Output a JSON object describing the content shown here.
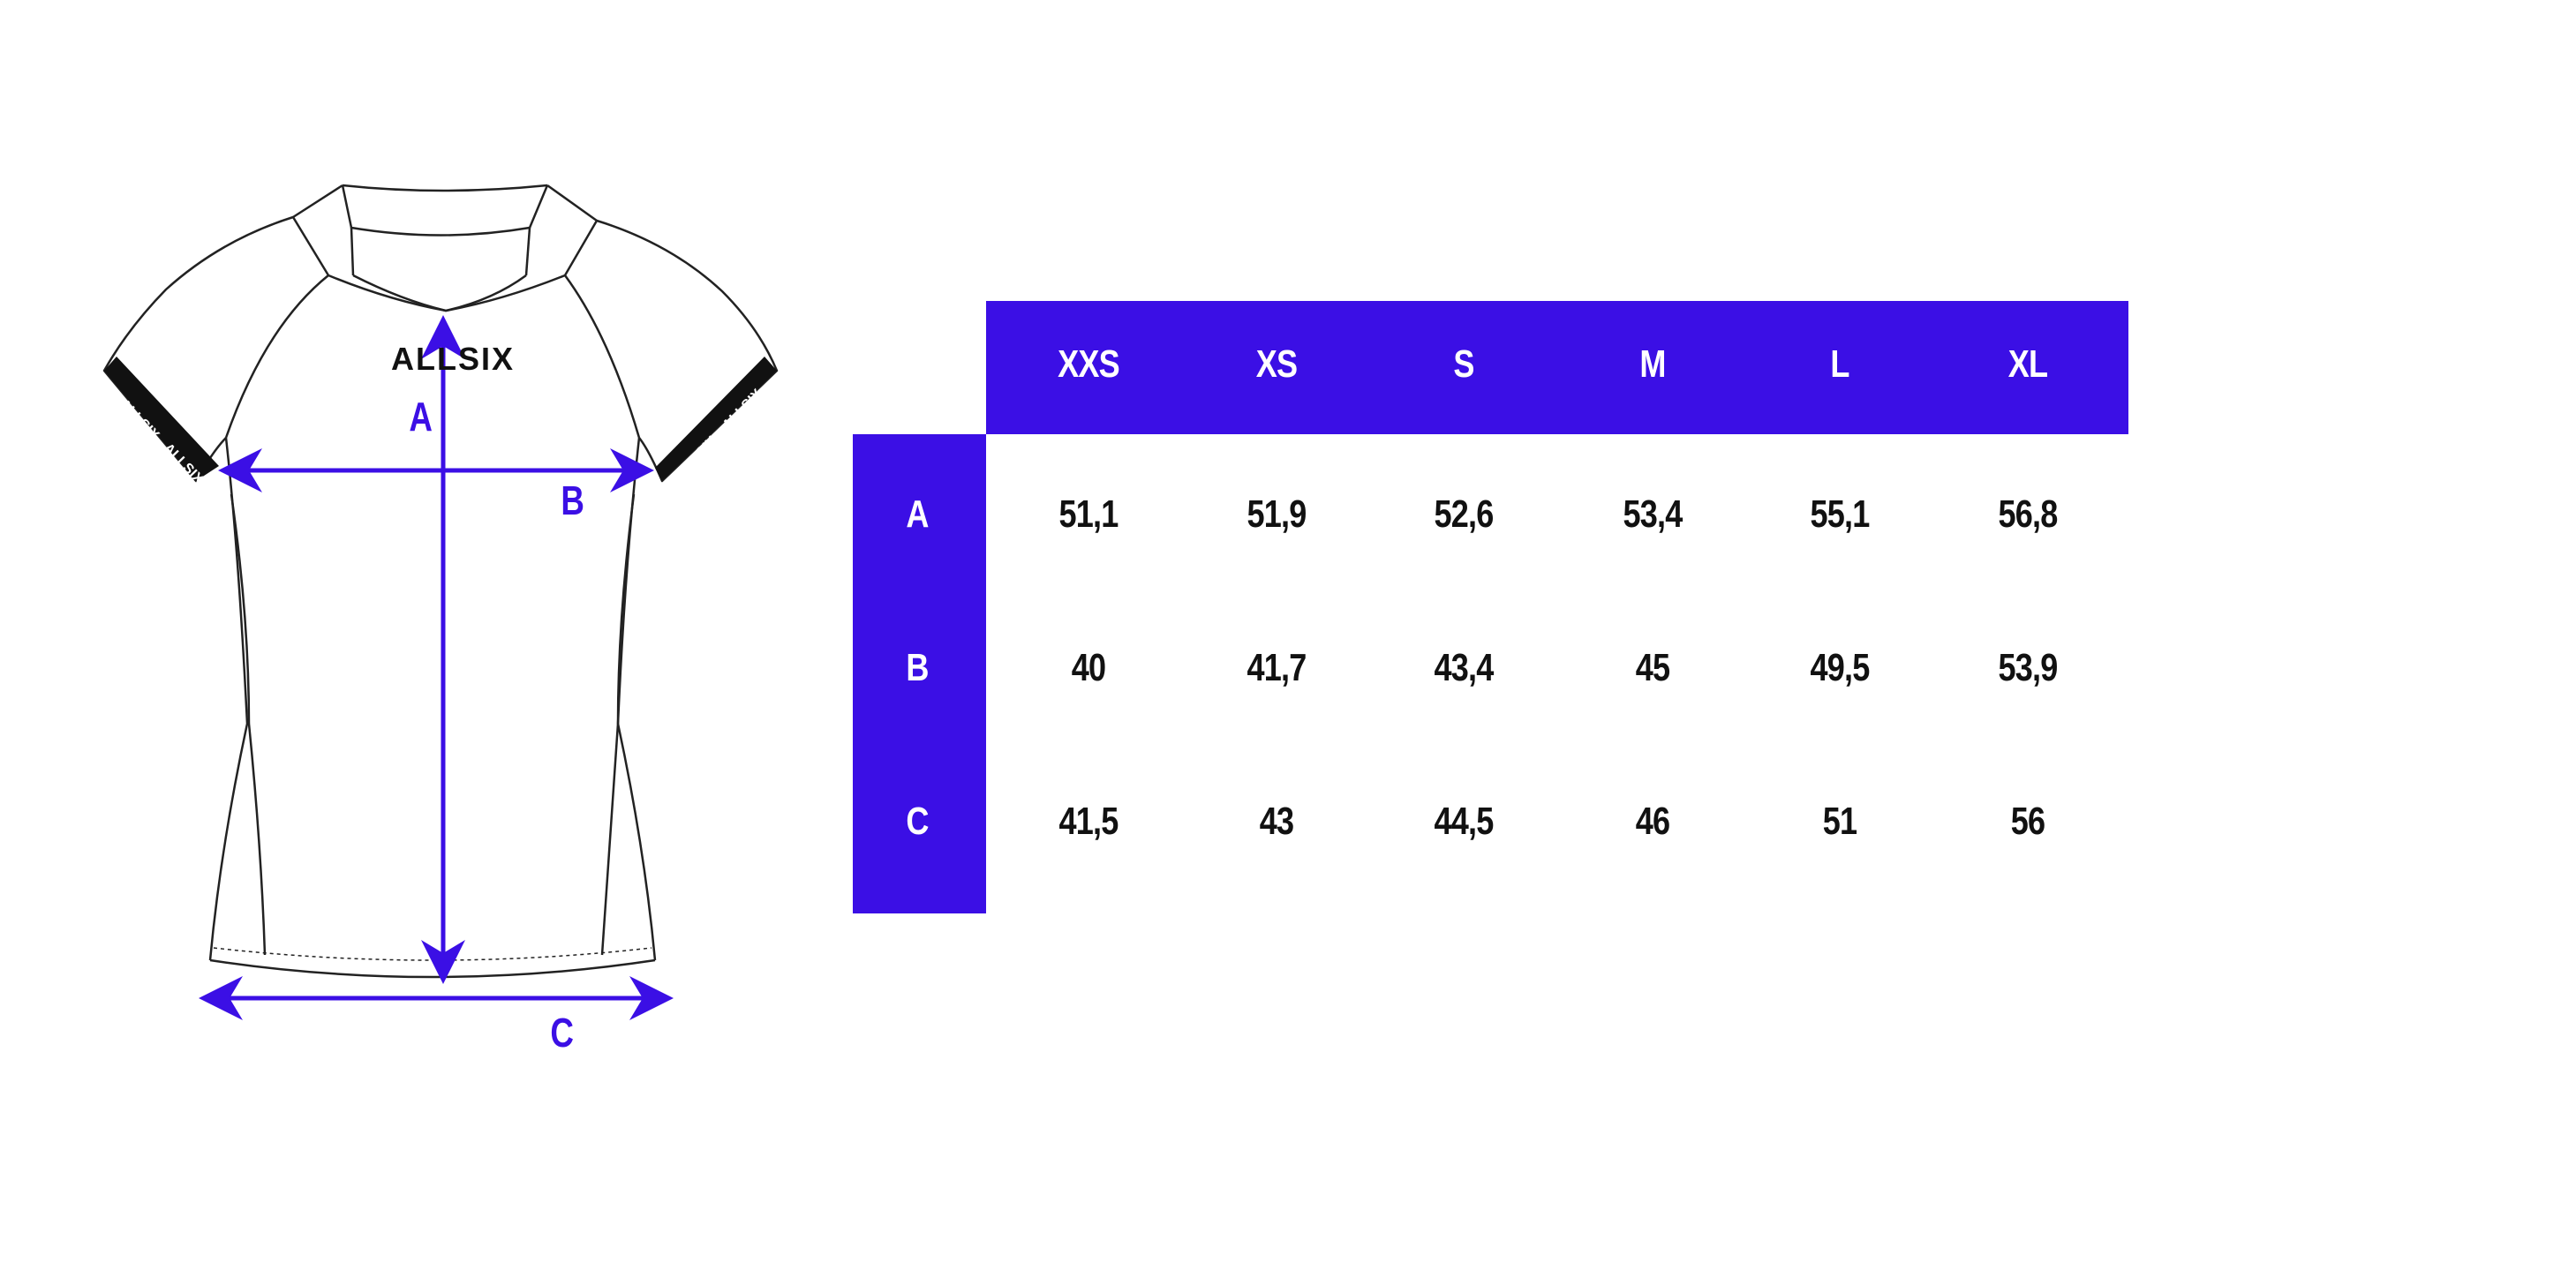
{
  "illustration": {
    "brand": "ALLSIX",
    "labels": {
      "a": "A",
      "b": "B",
      "c": "C"
    },
    "accent_color": "#3b0fe5"
  },
  "table": {
    "columns": [
      "XXS",
      "XS",
      "S",
      "M",
      "L",
      "XL"
    ],
    "rows": [
      {
        "label": "A",
        "values": [
          "51,1",
          "51,9",
          "52,6",
          "53,4",
          "55,1",
          "56,8"
        ]
      },
      {
        "label": "B",
        "values": [
          "40",
          "41,7",
          "43,4",
          "45",
          "49,5",
          "53,9"
        ]
      },
      {
        "label": "C",
        "values": [
          "41,5",
          "43",
          "44,5",
          "46",
          "51",
          "56"
        ]
      }
    ]
  }
}
